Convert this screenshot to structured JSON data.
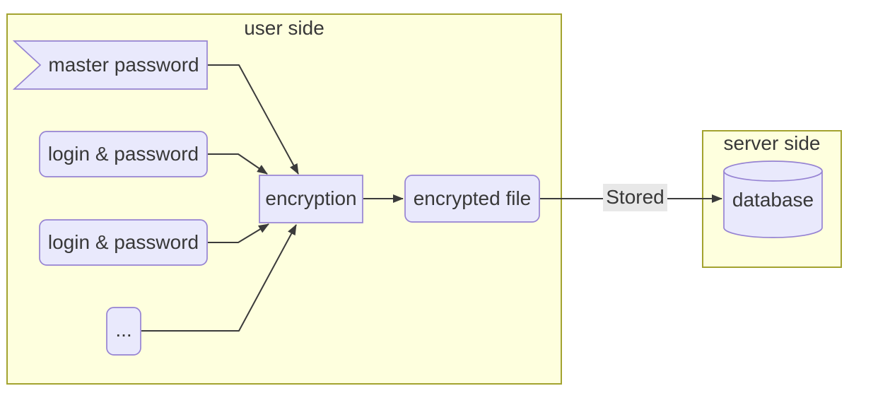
{
  "containers": {
    "user_side": {
      "label": "user side"
    },
    "server_side": {
      "label": "server side"
    }
  },
  "nodes": {
    "master_password": {
      "label": "master password",
      "shape": "notched-banner"
    },
    "login_password_1": {
      "label": "login & password",
      "shape": "rounded-rect"
    },
    "login_password_2": {
      "label": "login & password",
      "shape": "rounded-rect"
    },
    "more": {
      "label": "...",
      "shape": "rounded-rect"
    },
    "encryption": {
      "label": "encryption",
      "shape": "rect"
    },
    "encrypted_file": {
      "label": "encrypted file",
      "shape": "rounded-rect"
    },
    "database": {
      "label": "database",
      "shape": "cylinder"
    }
  },
  "edges": [
    {
      "from": "master_password",
      "to": "encryption",
      "label": ""
    },
    {
      "from": "login_password_1",
      "to": "encryption",
      "label": ""
    },
    {
      "from": "login_password_2",
      "to": "encryption",
      "label": ""
    },
    {
      "from": "more",
      "to": "encryption",
      "label": ""
    },
    {
      "from": "encryption",
      "to": "encrypted_file",
      "label": ""
    },
    {
      "from": "encrypted_file",
      "to": "database",
      "label": "Stored"
    }
  ],
  "edge_labels": {
    "stored": "Stored"
  },
  "colors": {
    "container_fill": "#FEFFDE",
    "container_stroke": "#A3A32F",
    "node_fill": "#E9E9FC",
    "node_stroke": "#9683D3",
    "arrow": "#3B3B3B",
    "edge_label_bg": "#E8E8E8",
    "text": "#383838",
    "background": "#FFFFFF"
  }
}
